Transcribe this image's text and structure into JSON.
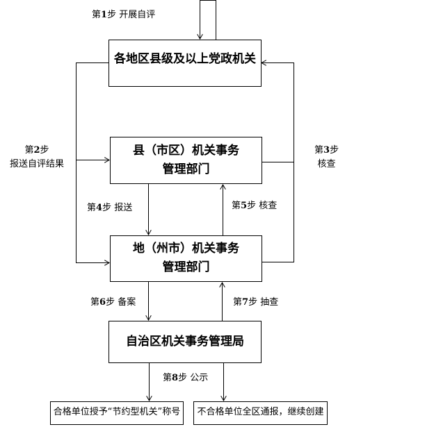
{
  "boxes": {
    "party_orgs": "各地区县级及以上党政机关",
    "county_line1": "县（市区）机关事务",
    "county_line2": "管理部门",
    "prefecture_line1": "地（州市）机关事务",
    "prefecture_line2": "管理部门",
    "region_bureau": "自治区机关事务管理局",
    "qualified": "合格单位授予“节约型机关”称号",
    "unqualified": "不合格单位全区通报，继续创建"
  },
  "steps": [
    {
      "prefix": "第",
      "num": "1",
      "suffix": "步",
      "action": "开展自评"
    },
    {
      "prefix": "第",
      "num": "2",
      "suffix": "步",
      "action": "报送自评结果"
    },
    {
      "prefix": "第",
      "num": "3",
      "suffix": "步",
      "action": "核查"
    },
    {
      "prefix": "第",
      "num": "4",
      "suffix": "步",
      "action": "报送"
    },
    {
      "prefix": "第",
      "num": "5",
      "suffix": "步",
      "action": "核查"
    },
    {
      "prefix": "第",
      "num": "6",
      "suffix": "步",
      "action": "备案"
    },
    {
      "prefix": "第",
      "num": "7",
      "suffix": "步",
      "action": "抽查"
    },
    {
      "prefix": "第",
      "num": "8",
      "suffix": "步",
      "action": "公示"
    }
  ]
}
